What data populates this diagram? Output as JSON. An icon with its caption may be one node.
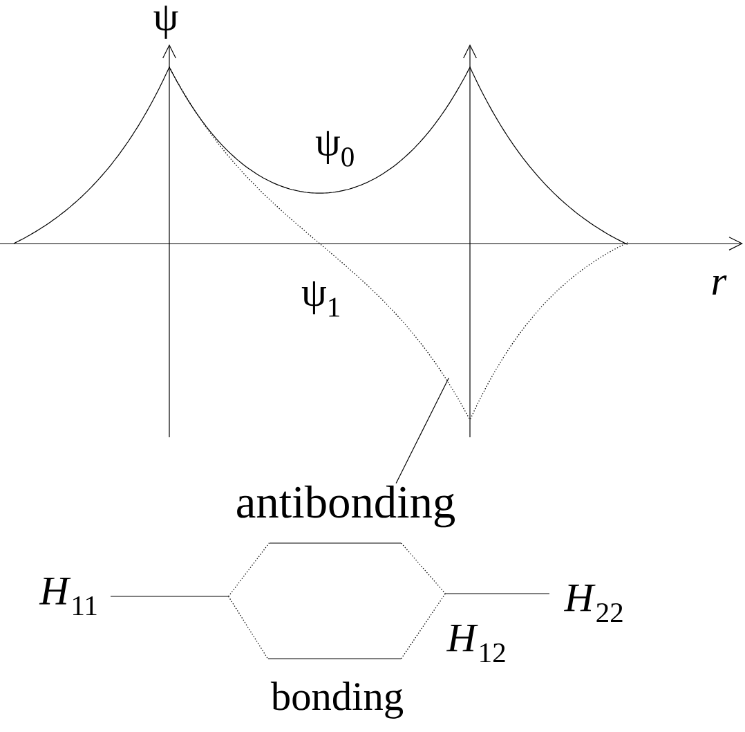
{
  "diagram": {
    "nodes": [
      {
        "text": [],
        "shape": "bar",
        "beside": [
          "*H*$_{11}$"
        ]
      },
      {
        "text": [],
        "shape": "bar"
      },
      {
        "text": [],
        "shape": "bar",
        "beside": [
          "bonding"
        ]
      },
      {
        "text": [],
        "shape": "bar",
        "beside": [
          "*H*$_{22}$"
        ]
      },
      {
        "text": [
          "antibonding"
        ]
      },
      {
        "text": [],
        "shape": "curve"
      }
    ],
    "edges": [
      {
        "from": 0,
        "to": 1,
        "arrow": "none",
        "style": "dashed"
      },
      {
        "from": 0,
        "to": 2,
        "arrow": "none",
        "style": "dashed"
      },
      {
        "from": 1,
        "to": 3,
        "arrow": "none",
        "style": "dashed"
      },
      {
        "from": 2,
        "to": 3,
        "arrow": "none",
        "style": "dashed"
      },
      {
        "from": 4,
        "to": 5,
        "arrow": "none"
      }
    ],
    "labels": [
      "ψ",
      "ψ$_{0}$",
      "r",
      "ψ$_{1}$",
      "*H*$_{12}$"
    ]
  }
}
